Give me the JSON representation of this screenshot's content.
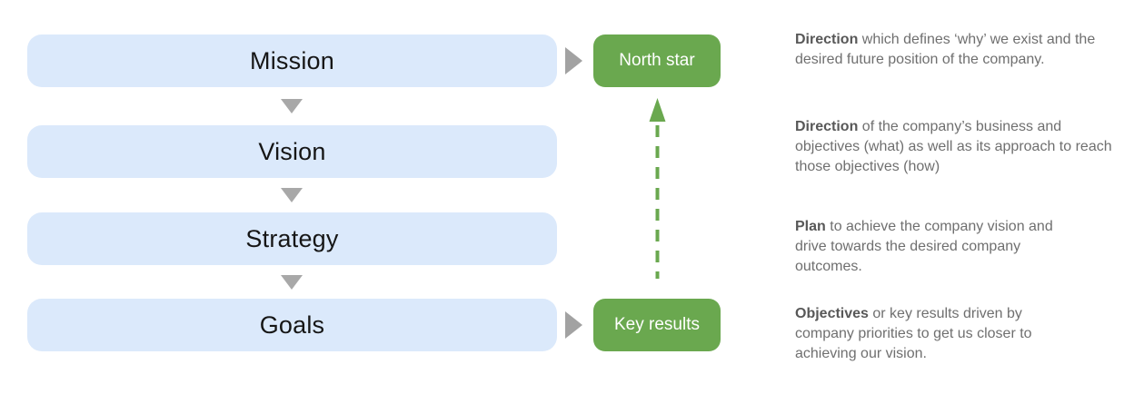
{
  "diagram": {
    "levels": [
      "Mission",
      "Vision",
      "Strategy",
      "Goals"
    ],
    "callouts": [
      "North star",
      "Key results"
    ],
    "descriptions": [
      {
        "lead": "Direction",
        "rest": " which defines ‘why’ we exist and the desired future position of the company."
      },
      {
        "lead": "Direction",
        "rest": " of the company’s business and objectives (what) as well as its approach to reach those objectives (how)"
      },
      {
        "lead": "Plan",
        "rest": " to achieve the company vision and drive towards the desired company outcomes."
      },
      {
        "lead": "Objectives",
        "rest": " or key results driven by company priorities to get us closer to achieving our vision."
      }
    ],
    "colors": {
      "level_box": "#dbe9fb",
      "level_text": "#161616",
      "callout_box": "#6aa84f",
      "callout_text": "#ffffff",
      "flow_arrow_gray": "#a8a8a8",
      "feedback_arrow_green": "#6aa84f",
      "description_lead": "#585858",
      "description_body": "#6f6f6f"
    }
  }
}
